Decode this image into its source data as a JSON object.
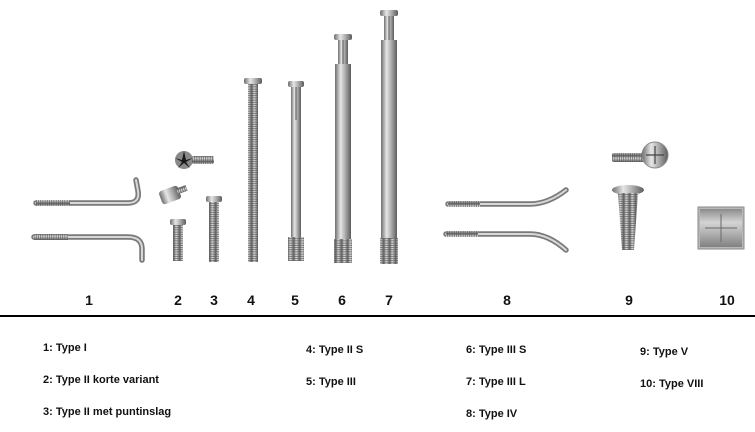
{
  "numbers": [
    "1",
    "2",
    "3",
    "4",
    "5",
    "6",
    "7",
    "8",
    "9",
    "10"
  ],
  "legend": {
    "l1": "1: Type I",
    "l2": "2: Type II korte variant",
    "l3": "3: Type II met puntinslag",
    "l4": "4: Type II S",
    "l5": "5: Type III",
    "l6": "6: Type III S",
    "l7": "7: Type III L",
    "l8": "8: Type IV",
    "l9": "9: Type V",
    "l10": "10: Type VIII"
  }
}
